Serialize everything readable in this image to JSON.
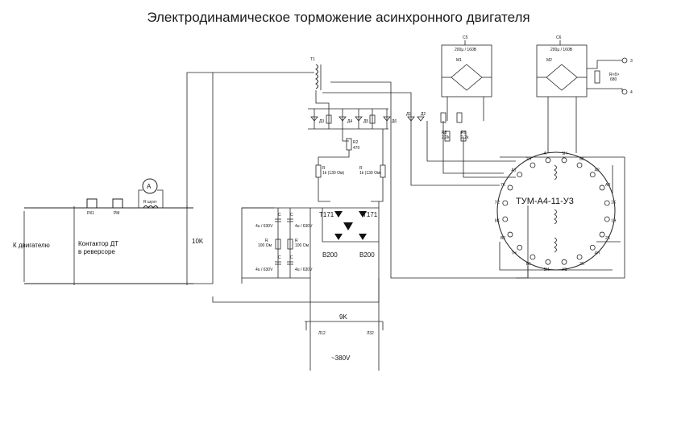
{
  "title": "Электродинамическое торможение асинхронного двигателя",
  "labels": {
    "motor": "К двигателю",
    "contactor_l1": "Контактор ДТ",
    "contactor_l2": "в реверсоре",
    "k10": "10K",
    "k9": "9K",
    "l12": "Л12",
    "l32": "Л32",
    "supply": "~380V",
    "t1": "T1",
    "rk1": "РК1",
    "rm": "РМ",
    "r_shunt": "R шунт",
    "ammeter": "A",
    "c5": "C5",
    "c5_val": "200µ / 160В",
    "c6": "C6",
    "c6_val": "200µ / 160В",
    "m1": "M1",
    "m2": "M2",
    "term3": "3",
    "term4": "4",
    "r_adj": "R<б>",
    "r_adj_val": "680",
    "r2": "R2",
    "r2_val": "470",
    "d1": "Д1",
    "d2": "Д2",
    "d3": "Д3",
    "d4": "Д4",
    "d5": "Д5",
    "d6": "Д6",
    "r_left": "R",
    "r_left_val": "1k (130 Ом)",
    "r_right": "R",
    "r_right_val": "1k (130 Ом)",
    "r8": "R8",
    "r8_val": "2.2k",
    "r9": "R9",
    "r9_val": "2.2k",
    "thy_l": "T171",
    "thy_r": "T171",
    "dio_l": "В200",
    "dio_r": "В200",
    "cap_tl": "4u / 630V",
    "cap_tr": "4u / 630V",
    "cap_bl": "4u / 630V",
    "cap_br": "4u / 630V",
    "cap_c": "C",
    "res_l": "R",
    "res_l_val": "100 Ом",
    "res_r": "R",
    "res_r_val": "100 Ом",
    "module": "ТУМ-А4-11-У3",
    "pins": [
      "A1",
      "2H",
      "A",
      "5H",
      "6K",
      "A2",
      "A3",
      "1K",
      "1H",
      "2K",
      "4H",
      "3K",
      "У1",
      "5H",
      "B1",
      "7H",
      "B2",
      "8K",
      "У2",
      "7K"
    ]
  }
}
